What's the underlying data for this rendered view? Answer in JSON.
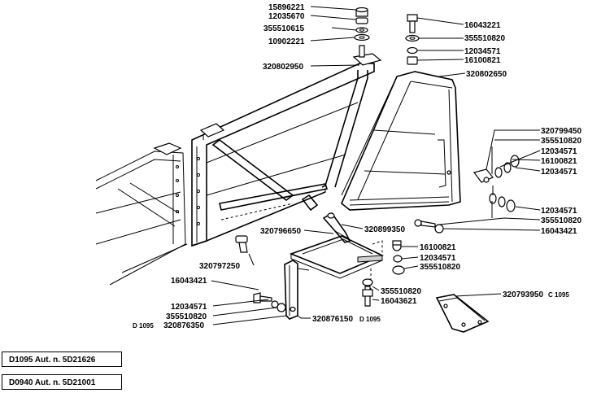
{
  "parts": {
    "p15896221": "15896221",
    "p12035670": "12035670",
    "p355510615": "355510615",
    "p10902221": "10902221",
    "p320802950": "320802950",
    "p16043221_top": "16043221",
    "p355510820_top": "355510820",
    "p12034571_top": "12034571",
    "p16100821_top": "16100821",
    "p320802650": "320802650",
    "p320799450": "320799450",
    "p355510820_r": "355510820",
    "p12034571_r1": "12034571",
    "p16100821_r": "16100821",
    "p12034571_r2": "12034571",
    "p12034571_r3": "12034571",
    "p355510820_r2": "355510820",
    "p16043421_r": "16043421",
    "p320796650": "320796650",
    "p320899350": "320899350",
    "p320797250": "320797250",
    "p16100821_mid": "16100821",
    "p12034571_mid": "12034571",
    "p355510820_mid": "355510820",
    "p16043421_left": "16043421",
    "p355510820_low": "355510820",
    "p16043621": "16043621",
    "p320793950": "320793950",
    "suffix_c1095": "C 1095",
    "p12034571_left": "12034571",
    "p355510820_left": "355510820",
    "prefix_d1095": "D 1095",
    "p320876350": "320876350",
    "p320876150": "320876150",
    "suffix_d1095": "D 1095"
  },
  "boxes": {
    "d1095": "D1095 Aut. n. 5D21626",
    "d0940": "D0940 Aut. n. 5D21001"
  }
}
